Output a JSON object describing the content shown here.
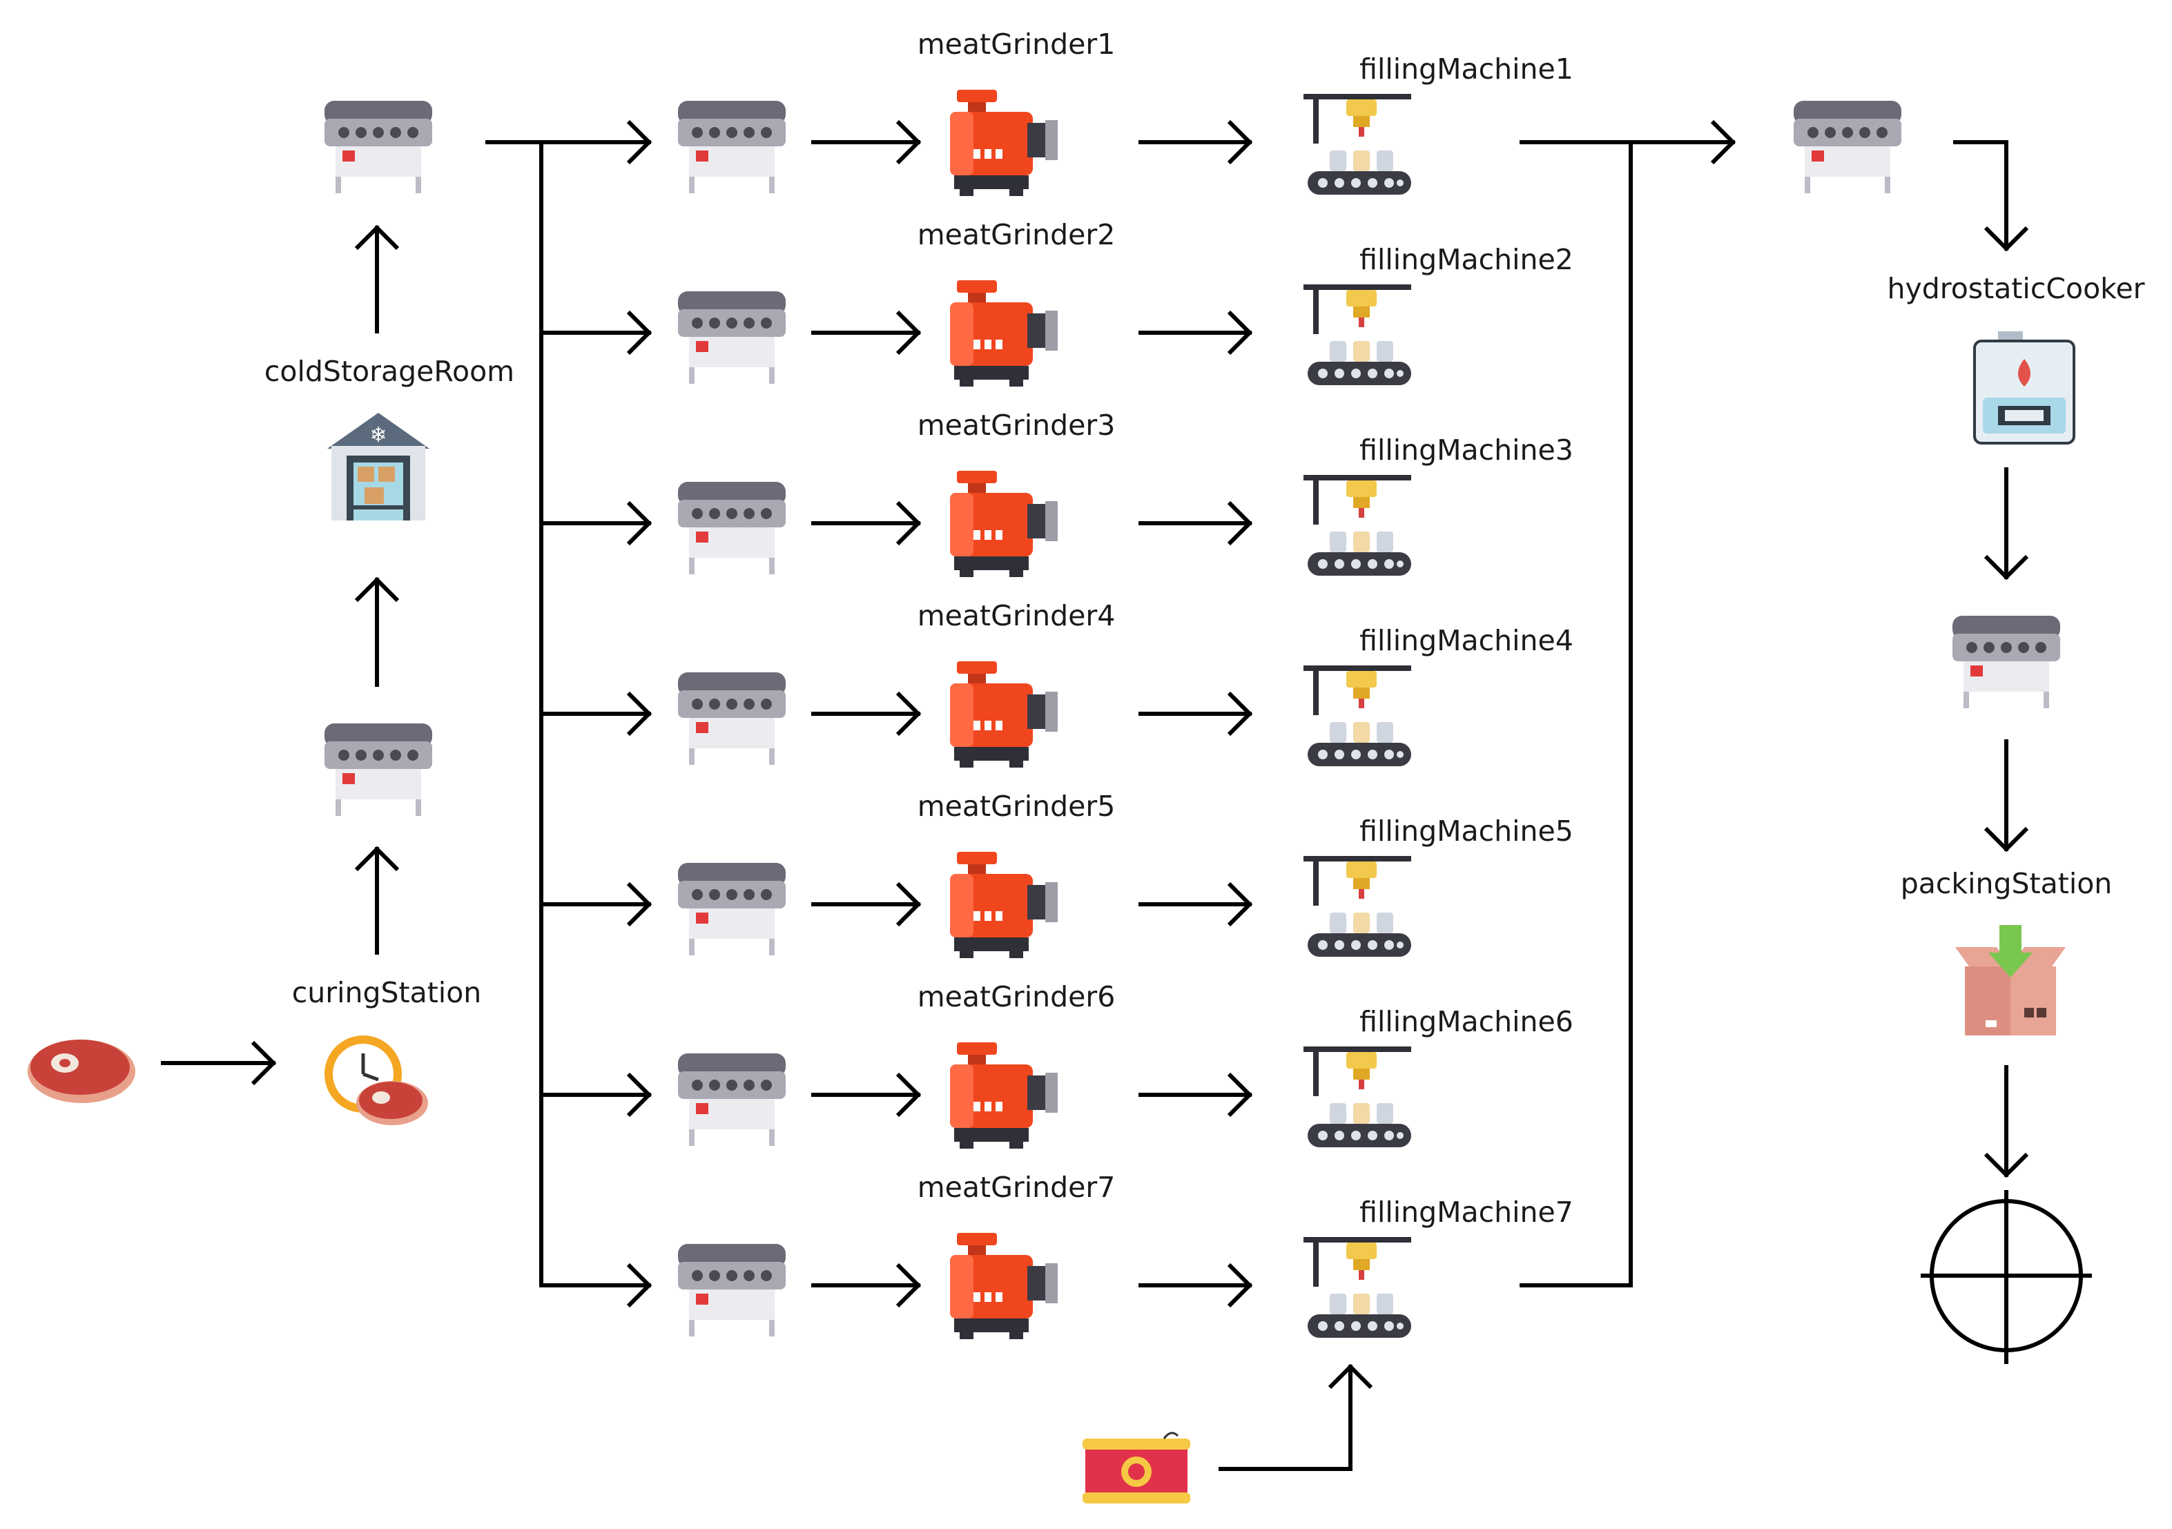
{
  "labels": {
    "curing_station": "curingStation",
    "cold_storage_room": "coldStorageRoom",
    "hydrostatic_cooker": "hydrostaticCooker",
    "packing_station": "packingStation"
  },
  "grinders": [
    {
      "label": "meatGrinder1"
    },
    {
      "label": "meatGrinder2"
    },
    {
      "label": "meatGrinder3"
    },
    {
      "label": "meatGrinder4"
    },
    {
      "label": "meatGrinder5"
    },
    {
      "label": "meatGrinder6"
    },
    {
      "label": "meatGrinder7"
    }
  ],
  "fillers": [
    {
      "label": "fillingMachine1"
    },
    {
      "label": "fillingMachine2"
    },
    {
      "label": "fillingMachine3"
    },
    {
      "label": "fillingMachine4"
    },
    {
      "label": "fillingMachine5"
    },
    {
      "label": "fillingMachine6"
    },
    {
      "label": "fillingMachine7"
    }
  ],
  "icons": {
    "source": "meat-steak-icon",
    "curing": "clock-steak-icon",
    "storage": "cold-storage-warehouse-icon",
    "conveyor": "conveyor-icon",
    "grinder": "meat-grinder-icon",
    "filler": "filling-machine-icon",
    "casing": "casing-can-icon",
    "cooker": "hydrostatic-cooker-icon",
    "packing": "packing-box-icon",
    "sink": "sink-crosshair-icon"
  },
  "colors": {
    "line": "#000000",
    "grinder_red": "#f0461e",
    "conveyor_top": "#6b6a76",
    "filler_gold": "#f2c94c",
    "steak_red": "#c8423a",
    "packing_green": "#7ac74f",
    "box_pink": "#e8a495"
  }
}
